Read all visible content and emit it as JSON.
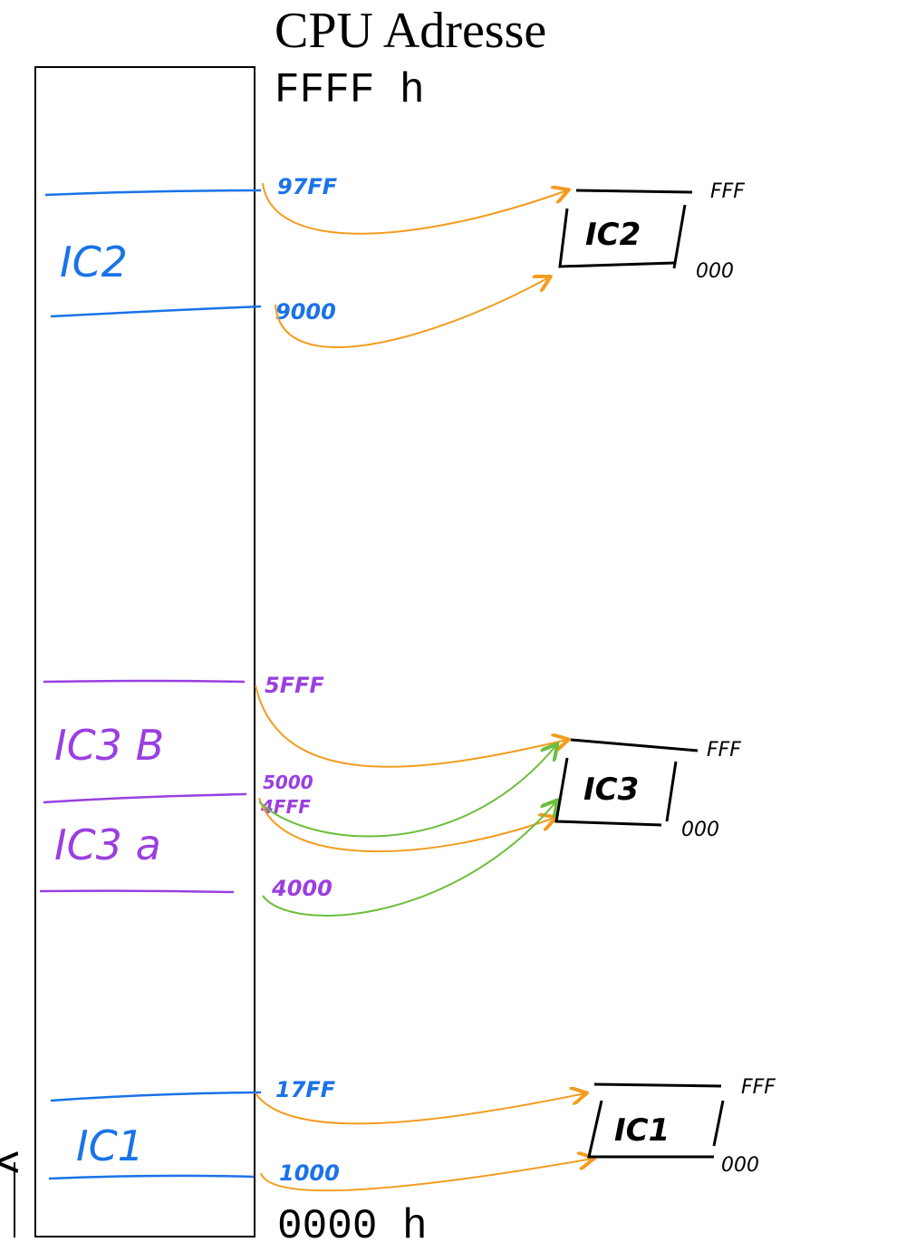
{
  "title": "CPU Adresse",
  "top_address": "FFFF h",
  "bottom_address": "0000 h",
  "colors": {
    "blue": "#1a73e8",
    "purple": "#9a3fe0",
    "orange": "#f39c1f",
    "green": "#6bbf3a",
    "black": "#000000"
  },
  "regions": {
    "ic2": {
      "label": "IC2",
      "high": "97FF",
      "low": "9000"
    },
    "ic3b": {
      "label": "IC3 B",
      "high": "5FFF",
      "low": "5000"
    },
    "ic3a": {
      "label": "IC3 a",
      "high": "4FFF",
      "low": "4000"
    },
    "ic1": {
      "label": "IC1",
      "high": "17FF",
      "low": "1000"
    }
  },
  "chips": {
    "ic2": {
      "label": "IC2",
      "high": "FFF",
      "low": "000"
    },
    "ic3": {
      "label": "IC3",
      "high": "FFF",
      "low": "000"
    },
    "ic1": {
      "label": "IC1",
      "high": "FFF",
      "low": "000"
    }
  }
}
